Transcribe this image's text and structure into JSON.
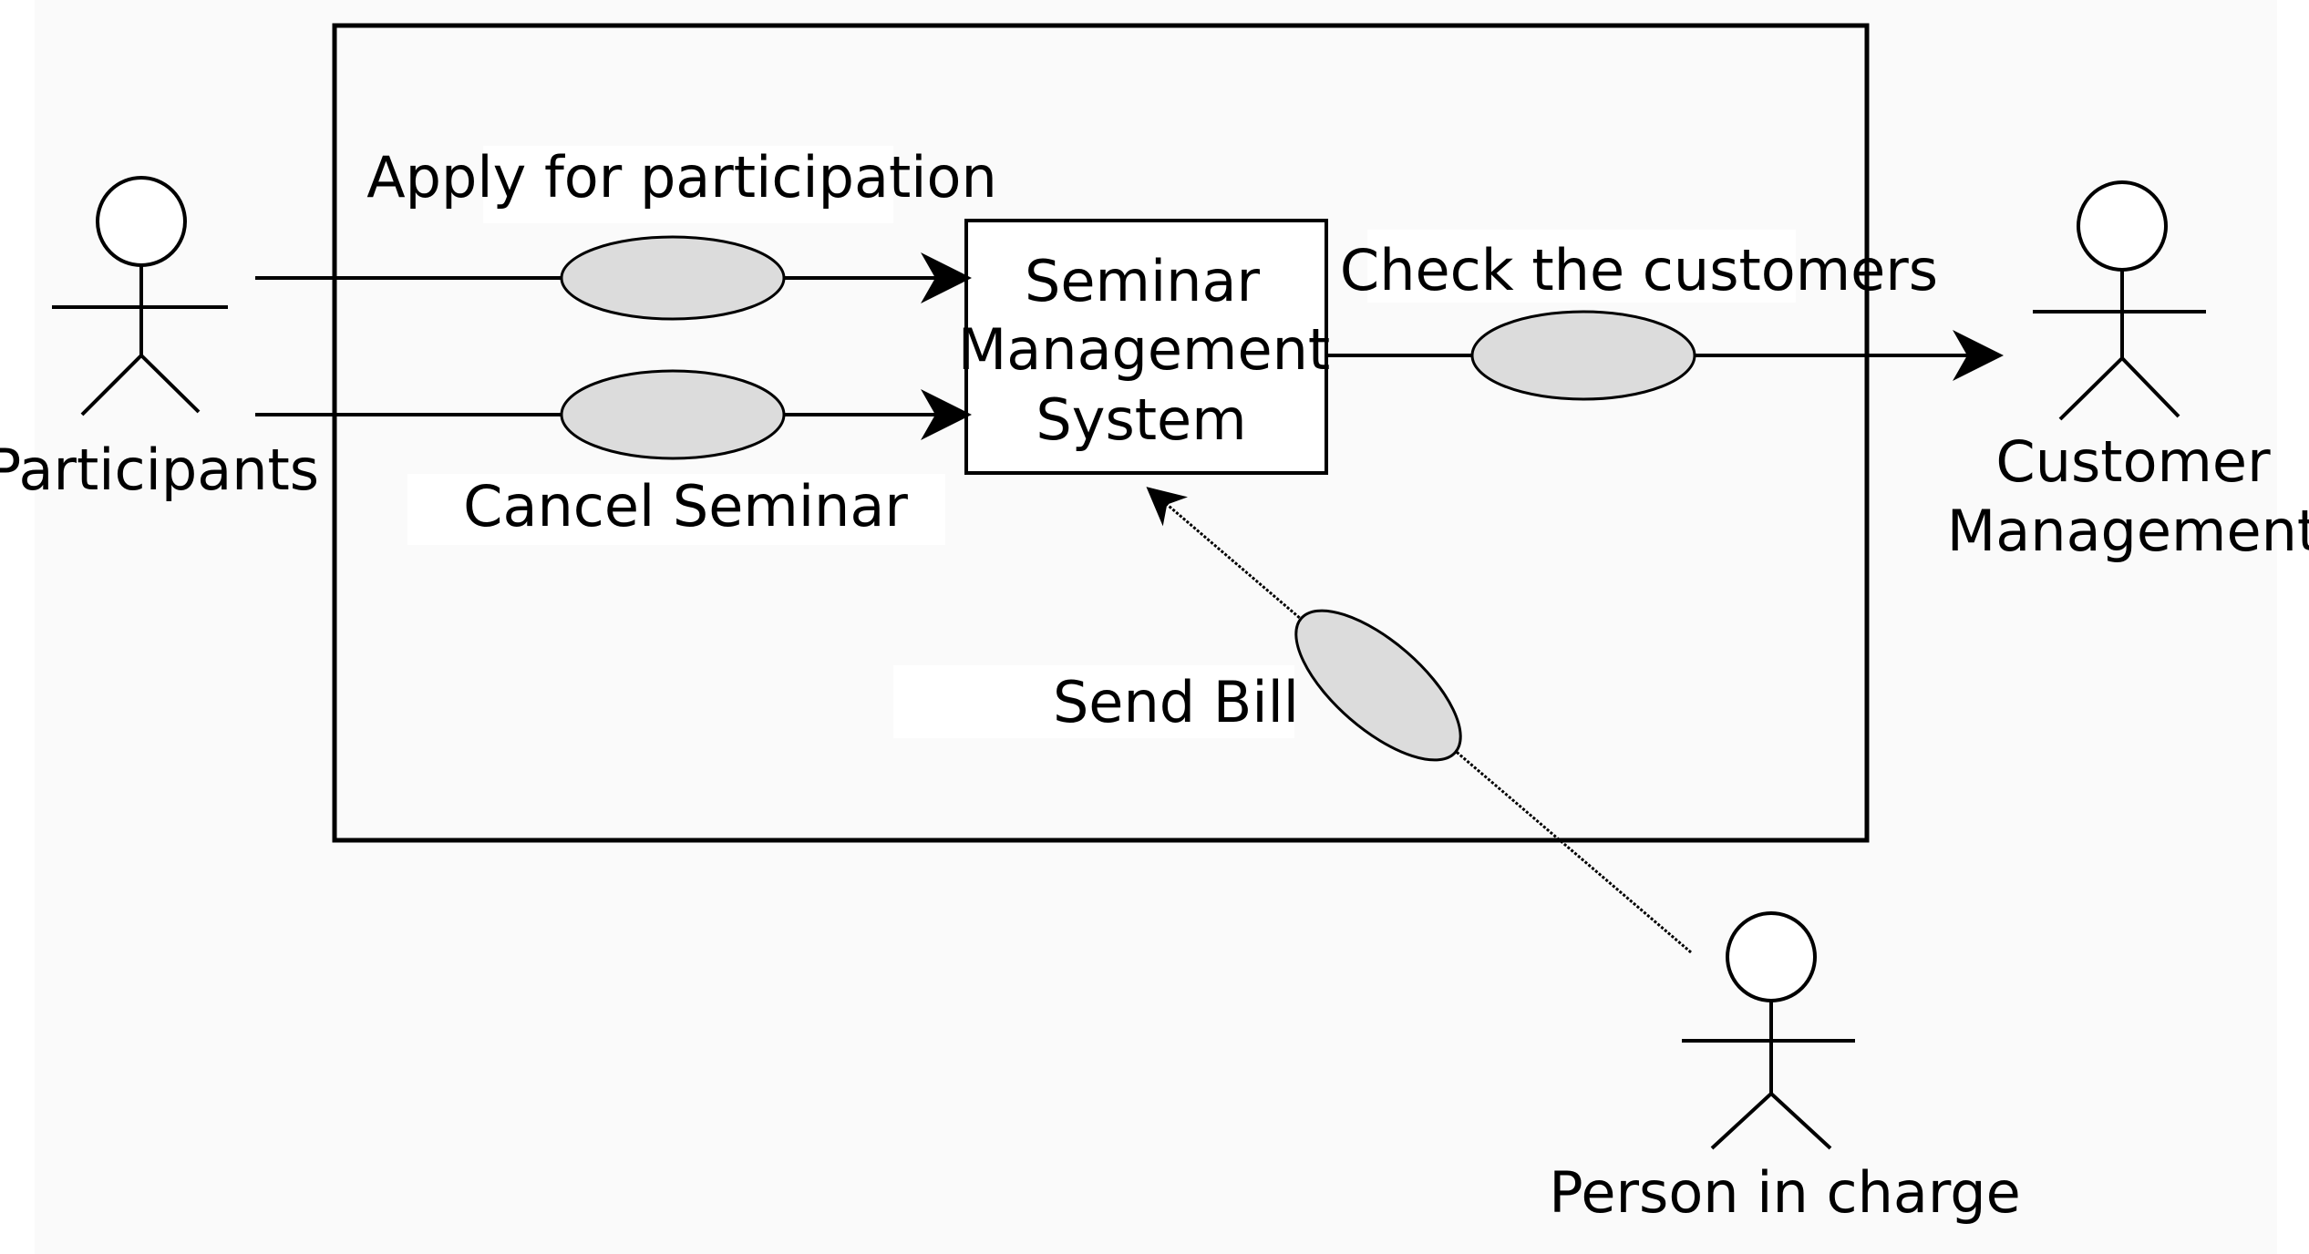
{
  "diagram": {
    "actors": {
      "participants": "Participants",
      "customer_management_line1": "Customer",
      "customer_management_line2": "Management",
      "person_in_charge": "Person in charge"
    },
    "system": {
      "line1": "Seminar",
      "line2": "Management",
      "line3": "System"
    },
    "use_cases": {
      "apply": "Apply for participation",
      "cancel": "Cancel Seminar",
      "check": "Check the customers",
      "bill": "Send Bill"
    }
  },
  "colors": {
    "background": "#fafafa",
    "stroke": "#000000",
    "use_case_fill": "#dcdcdc",
    "label_background": "#ffffff"
  }
}
